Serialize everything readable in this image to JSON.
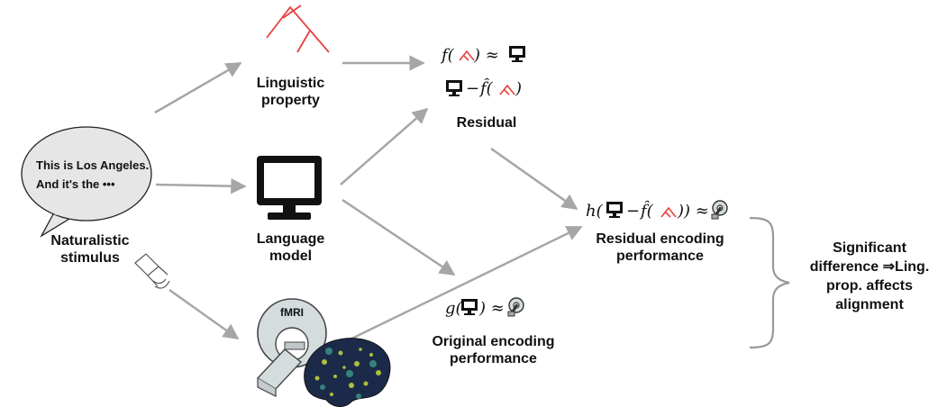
{
  "stimulus": {
    "bubble_line1": "This is Los Angeles.",
    "bubble_line2": "And it's the •••",
    "label_line1": "Naturalistic",
    "label_line2": "stimulus"
  },
  "linguistic": {
    "label_line1": "Linguistic",
    "label_line2": "property"
  },
  "model": {
    "label_line1": "Language",
    "label_line2": "model"
  },
  "fmri": {
    "tag": "fMRI"
  },
  "residual": {
    "f": "f(",
    "approx": ") ≈",
    "minus": "−",
    "fhat": "f̂(",
    "close": ")",
    "label": "Residual"
  },
  "residual_encoding": {
    "h": "h(",
    "minus": "−",
    "fhat": "f̂(",
    "close": ")) ≈",
    "label_line1": "Residual encoding",
    "label_line2": "performance"
  },
  "original_encoding": {
    "g": "g(",
    "close": ") ≈",
    "label_line1": "Original encoding",
    "label_line2": "performance"
  },
  "conclusion": {
    "line1": "Significant",
    "line2": "difference ⇒Ling.",
    "line3": "prop. affects",
    "line4": "alignment"
  },
  "colors": {
    "arrow": "#a6a6a6",
    "tree": "#e8413c",
    "bubble": "#e6e6e6",
    "scanner": "#d4dcdd"
  },
  "icons": [
    "tree-icon",
    "monitor-icon",
    "speaker-icon",
    "fmri-scanner-icon",
    "brain-icon",
    "brain-probe-icon",
    "speech-bubble-icon"
  ]
}
